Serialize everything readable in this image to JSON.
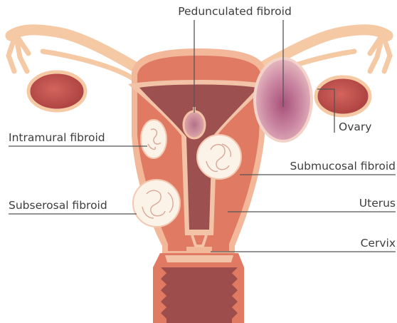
{
  "diagram": {
    "labels": {
      "pedunculated": "Pedunculated fibroid",
      "intramural": "Intramural fibroid",
      "ovary": "Ovary",
      "submucosal": "Submucosal fibroid",
      "subserosal": "Subserosal fibroid",
      "uterus": "Uterus",
      "cervix": "Cervix"
    },
    "colors": {
      "tube": "#f6c9a5",
      "uterus_wall": "#e07a63",
      "uterus_outline": "#f3b89a",
      "cavity": "#9c5050",
      "cavity_border": "#f2c3a6",
      "ovary": "#b94a47",
      "fibroid": "#fbf2e8",
      "fibroid_swirl": "#d8a896",
      "pedunculated": "#c98aa5",
      "cervix_canal": "#9e4d4d"
    }
  }
}
